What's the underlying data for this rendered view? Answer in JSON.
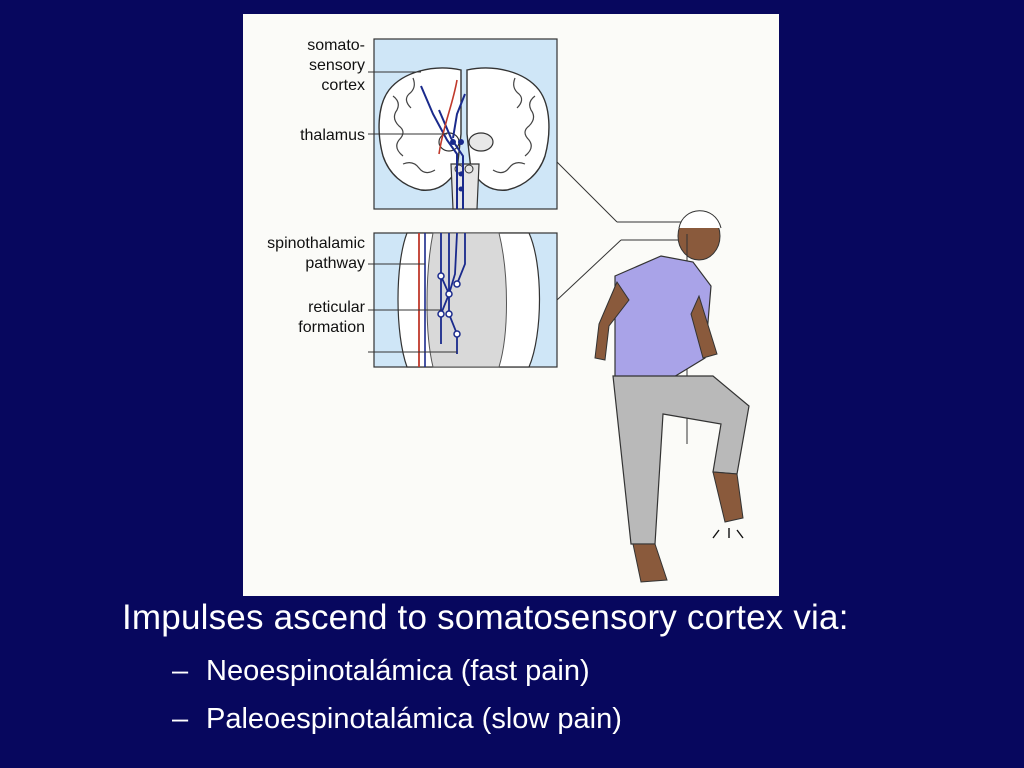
{
  "figure": {
    "labels": {
      "somatosensory_cortex": "somato-\nsensory\ncortex",
      "thalamus": "thalamus",
      "spinothalamic_pathway": "spinothalamic\npathway",
      "reticular_formation": "reticular\nformation"
    }
  },
  "slide": {
    "heading": "Impulses ascend to somatosensory cortex via:",
    "bullet_marker": "–",
    "bullets": [
      "Neoespinotalámica (fast pain)",
      "Paleoespinotalámica (slow pain)"
    ]
  },
  "colors": {
    "background": "#07075e",
    "panel_fill": "#cfe6f7",
    "fast_pathway": "#1a2a8c",
    "slow_pathway": "#c0392b",
    "shirt": "#a9a3e8",
    "pants": "#b9b9b9",
    "skin": "#8a5a3c"
  }
}
